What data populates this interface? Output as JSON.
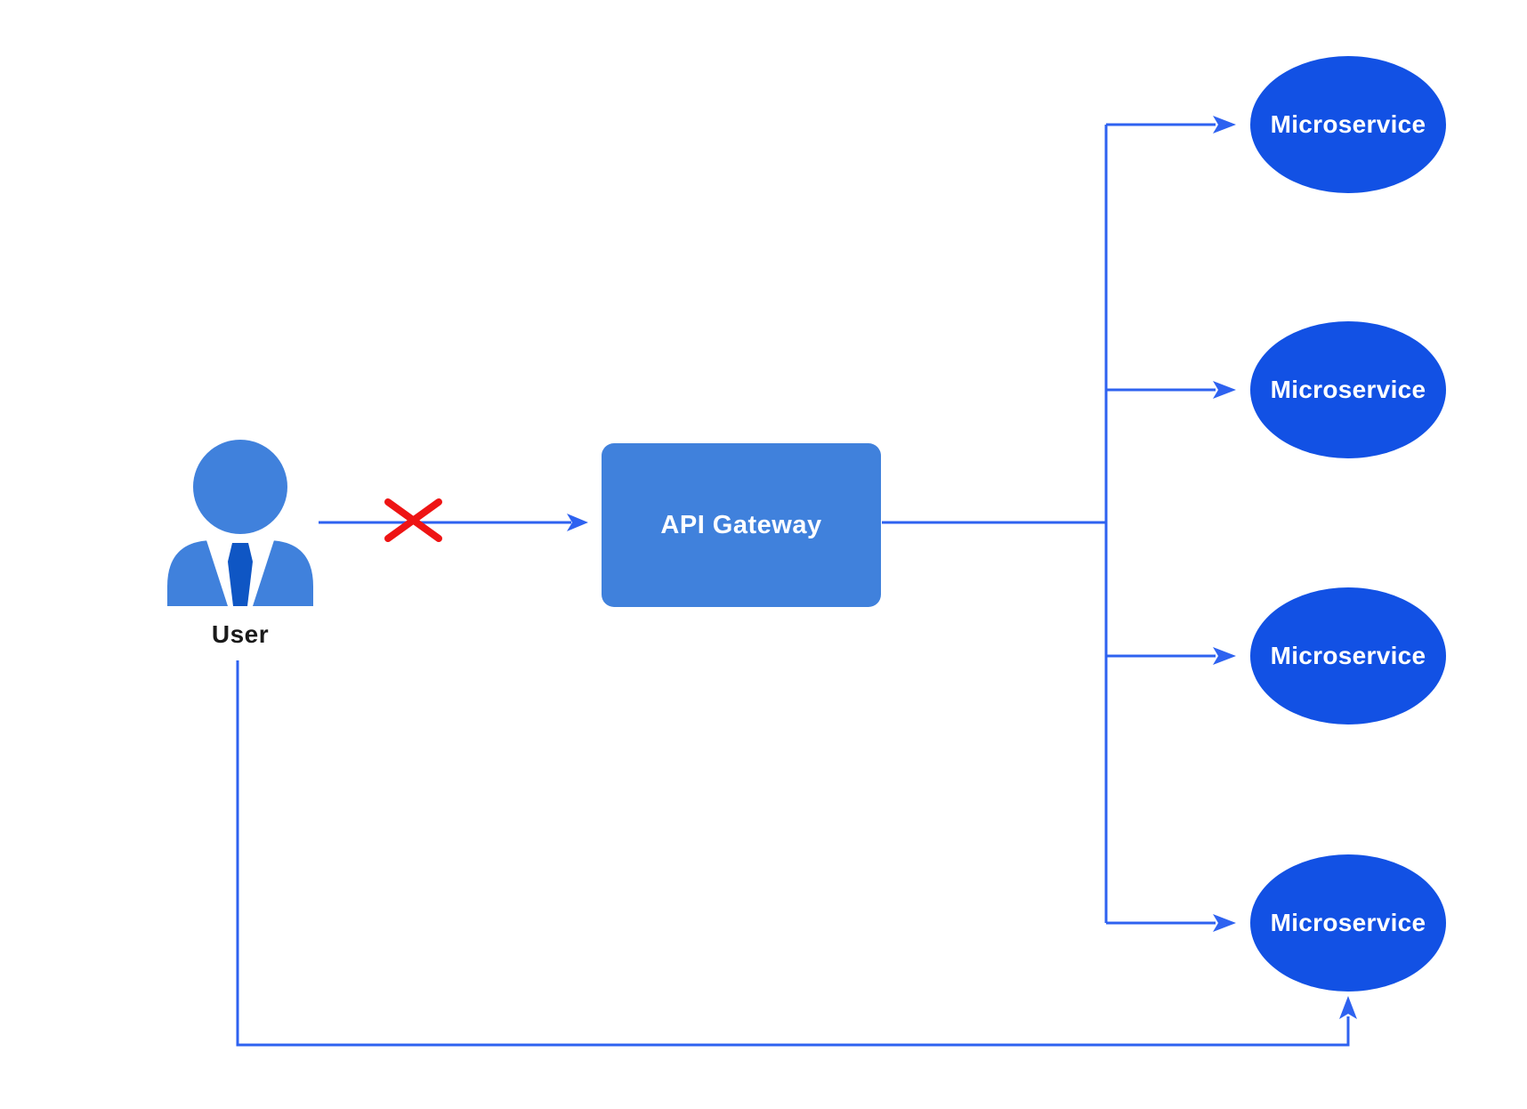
{
  "nodes": {
    "user": {
      "label": "User"
    },
    "gateway": {
      "label": "API Gateway"
    },
    "microservices": [
      {
        "label": "Microservice"
      },
      {
        "label": "Microservice"
      },
      {
        "label": "Microservice"
      },
      {
        "label": "Microservice"
      }
    ]
  },
  "icons": {
    "user": "user-person-icon",
    "blocked": "red-cross-icon",
    "arrows": "chevron-arrowhead"
  },
  "colors": {
    "node_blue": "#1251e4",
    "box_blue": "#4081dc",
    "tie_blue": "#0f56c4",
    "line_blue": "#2e62f0",
    "cross_red": "#ee1414",
    "label_black": "#1a1a1a",
    "background": "#ffffff"
  }
}
